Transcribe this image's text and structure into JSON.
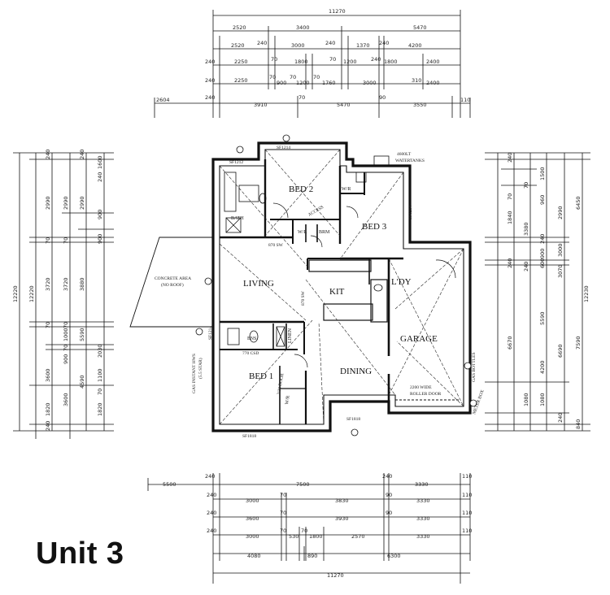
{
  "unit_label": "Unit 3",
  "rooms": {
    "bed2": "BED 2",
    "bed3": "BED 3",
    "bed1": "BED 1",
    "living": "LIVING",
    "kit": "KIT",
    "ldy": "L'DY",
    "garage": "GARAGE",
    "dining": "DINING",
    "bath": "BATH",
    "ens": "ENS",
    "wr1": "W/R",
    "wr2": "W/R",
    "wr3": "W/R",
    "wr4": "W/R",
    "linen": "LINEN",
    "brm": "BRM"
  },
  "notes": {
    "concrete": "CONCRETE AREA",
    "concrete2": "(NO ROOF)",
    "tanks": "4600LT",
    "tanks2": "WATERTANKS",
    "roller": "2200 WIDE",
    "roller2": "ROLLER DOOR",
    "gas": "GAS INSTANT HWS",
    "gas2": "(5.5 STAR)",
    "gasbottles": "GAS BOTTLES",
    "meter": "METER BOX",
    "sfk1": "SF1214",
    "sfk2": "SF1214",
    "sfk3": "SF1212",
    "sfk4": "SF1214",
    "sfk5": "SF1818",
    "sfk6": "SF1818",
    "robe1": "2/10 DOOR",
    "vp1": "770 CSD",
    "vp2": "870 SW",
    "acc": "ACCESS",
    "kwall": "870 SW"
  },
  "dims_top": {
    "r1": [
      "11270"
    ],
    "r2": [
      "2520",
      "3400",
      "5470"
    ],
    "r3": [
      "2520",
      "240",
      "3000",
      "240",
      "1370",
      "240",
      "4200"
    ],
    "r4": [
      "240",
      "2250",
      "70",
      "1800",
      "70",
      "1200",
      "240",
      "1800",
      "2400"
    ],
    "r5": [
      "240",
      "2250",
      "70",
      "900",
      "70",
      "1200",
      "70",
      "1760",
      "3000",
      "310",
      "2400"
    ],
    "r6": [
      "2604",
      "240",
      "3910",
      "70",
      "5470",
      "90",
      "3550",
      "110"
    ]
  },
  "dims_bottom": {
    "r1": [
      "5500",
      "240",
      "7500",
      "240",
      "3330",
      "110"
    ],
    "r2": [
      "240",
      "3000",
      "70",
      "3830",
      "90",
      "3330",
      "110"
    ],
    "r3": [
      "240",
      "3600",
      "70",
      "3930",
      "90",
      "3330",
      "110"
    ],
    "r4": [
      "240",
      "3000",
      "70",
      "530",
      "70",
      "1800",
      "2570",
      "3330",
      "110"
    ],
    "r5": [
      "4080",
      "890",
      "6300"
    ],
    "r6": [
      "11270"
    ]
  },
  "dims_left": {
    "c1": [
      "12220"
    ],
    "c2": [
      "12220"
    ],
    "c3": [
      "240",
      "2990",
      "70",
      "3720",
      "70",
      "3600",
      "1820",
      "240"
    ],
    "c4": [
      "2990",
      "70",
      "3720",
      "70",
      "1000",
      "70",
      "900",
      "3600"
    ],
    "c5": [
      "240",
      "2990",
      "3880",
      "5590",
      "4590"
    ],
    "c6": [
      "1600",
      "240",
      "900",
      "900",
      "2030",
      "1100",
      "70",
      "1820"
    ]
  },
  "dims_right": {
    "c1": [
      "12230"
    ],
    "c2": [
      "6450",
      "7590",
      "840"
    ],
    "c3": [
      "2990",
      "3000",
      "3070",
      "6690",
      "240"
    ],
    "c4": [
      "1500",
      "960",
      "240",
      "900",
      "600",
      "5590",
      "4200",
      "1080"
    ],
    "c5": [
      "70",
      "3380",
      "240",
      "1080"
    ],
    "c6": [
      "240",
      "70",
      "1840",
      "240",
      "6670"
    ]
  }
}
